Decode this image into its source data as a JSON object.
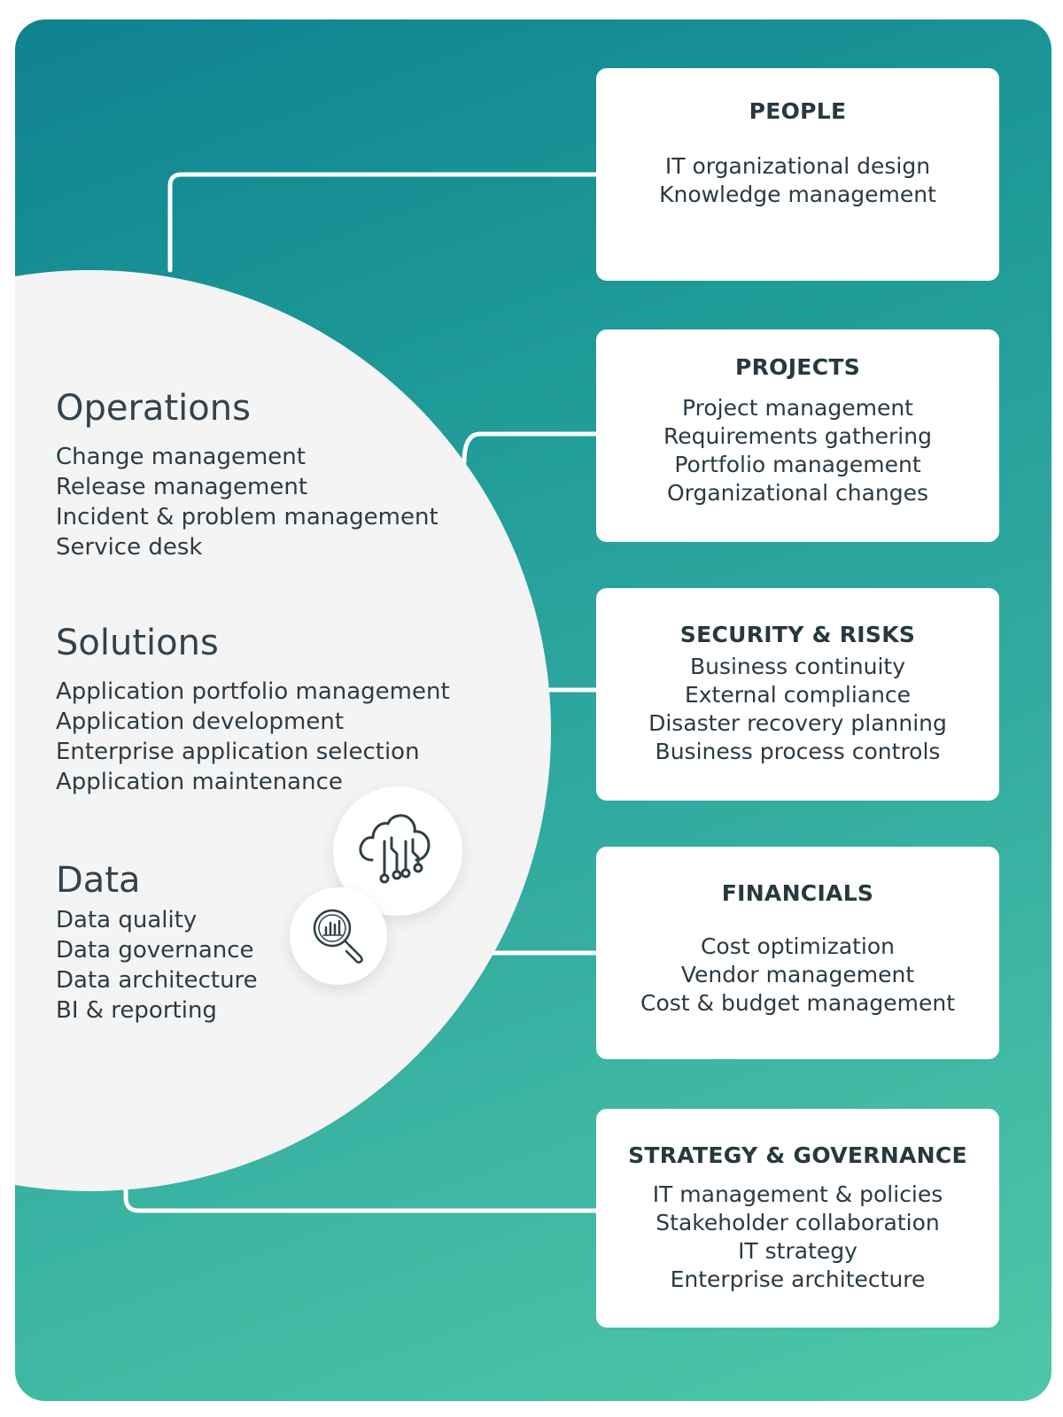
{
  "left_groups": {
    "operations": {
      "title": "Operations",
      "items": [
        "Change management",
        "Release management",
        "Incident & problem management",
        "Service desk"
      ]
    },
    "solutions": {
      "title": "Solutions",
      "items": [
        "Application portfolio management",
        "Application development",
        "Enterprise application selection",
        "Application maintenance"
      ]
    },
    "data": {
      "title": "Data",
      "items": [
        "Data quality",
        "Data governance",
        "Data architecture",
        "BI & reporting"
      ]
    }
  },
  "cards": {
    "people": {
      "title": "PEOPLE",
      "items": [
        "IT organizational design",
        "Knowledge management"
      ]
    },
    "projects": {
      "title": "PROJECTS",
      "items": [
        "Project management",
        "Requirements gathering",
        "Portfolio management",
        "Organizational changes"
      ]
    },
    "security": {
      "title": "SECURITY & RISKS",
      "items": [
        "Business continuity",
        "External compliance",
        "Disaster recovery planning",
        "Business process controls"
      ]
    },
    "financials": {
      "title": "FINANCIALS",
      "items": [
        "Cost optimization",
        "Vendor management",
        "Cost & budget management"
      ]
    },
    "strategy": {
      "title": "STRATEGY & GOVERNANCE",
      "items": [
        "IT management & policies",
        "Stakeholder collaboration",
        "IT strategy",
        "Enterprise architecture"
      ]
    }
  },
  "icons": {
    "cloud": "cloud-circuit-icon",
    "search": "magnifier-chart-icon"
  },
  "colors": {
    "gradient_start": "#0f8290",
    "gradient_end": "#4ec8a7",
    "circle": "#f4f4f4",
    "card": "#ffffff",
    "connector": "#ffffff",
    "text": "#2b3a44"
  }
}
